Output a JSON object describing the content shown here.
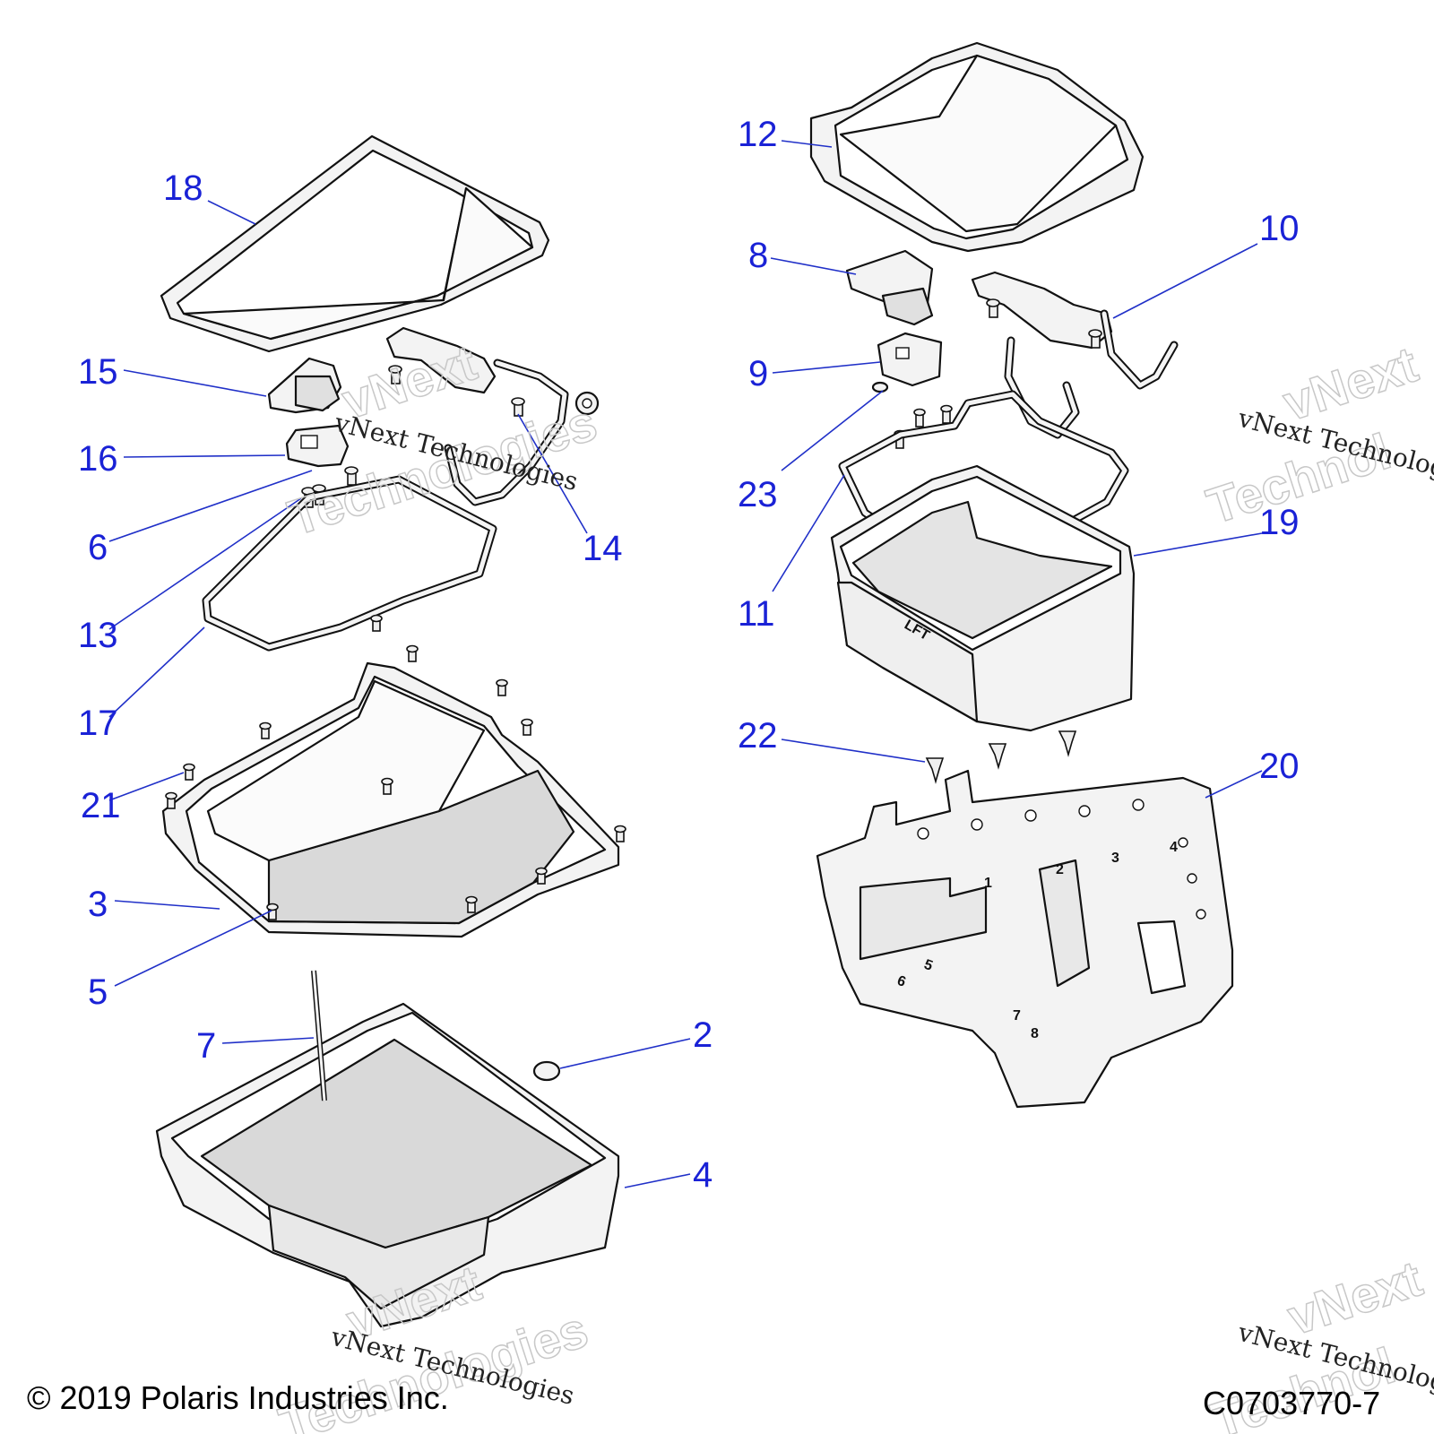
{
  "callouts": [
    {
      "id": "18",
      "label": "18"
    },
    {
      "id": "15",
      "label": "15"
    },
    {
      "id": "16",
      "label": "16"
    },
    {
      "id": "6",
      "label": "6"
    },
    {
      "id": "13",
      "label": "13"
    },
    {
      "id": "17",
      "label": "17"
    },
    {
      "id": "21",
      "label": "21"
    },
    {
      "id": "3",
      "label": "3"
    },
    {
      "id": "5",
      "label": "5"
    },
    {
      "id": "7",
      "label": "7"
    },
    {
      "id": "2",
      "label": "2"
    },
    {
      "id": "4",
      "label": "4"
    },
    {
      "id": "14",
      "label": "14"
    },
    {
      "id": "12",
      "label": "12"
    },
    {
      "id": "8",
      "label": "8"
    },
    {
      "id": "9",
      "label": "9"
    },
    {
      "id": "23",
      "label": "23"
    },
    {
      "id": "11",
      "label": "11"
    },
    {
      "id": "10",
      "label": "10"
    },
    {
      "id": "19",
      "label": "19"
    },
    {
      "id": "22",
      "label": "22"
    },
    {
      "id": "20",
      "label": "20"
    }
  ],
  "tray_numbers": [
    "1",
    "2",
    "3",
    "4",
    "5",
    "6",
    "7",
    "8"
  ],
  "footer": {
    "copyright": "© 2019 Polaris Industries Inc.",
    "figure_code": "C0703770-7"
  },
  "watermark": {
    "script_text": "vNext Technologies",
    "outline_word_1": "vNext",
    "outline_word_2": "Technologies",
    "outline_partial_1": "vNext",
    "outline_partial_2": "Technol"
  },
  "colors": {
    "callout": "#1a22d6",
    "leader": "#2030c8",
    "line_art": "#111111",
    "part_fill": "#f3f3f3"
  }
}
